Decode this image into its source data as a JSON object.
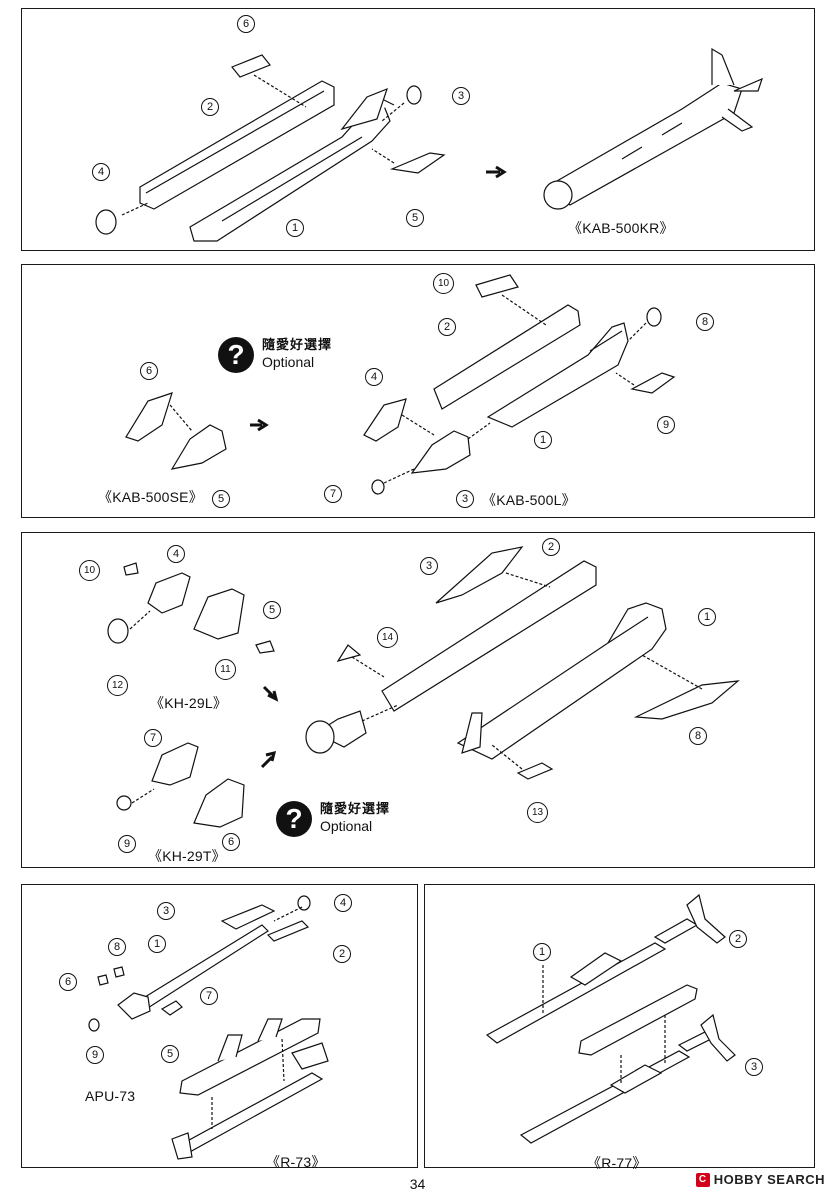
{
  "panels": [
    {
      "product": "《KAB-500KR》",
      "part_numbers": [
        "1",
        "2",
        "3",
        "4",
        "5",
        "6"
      ]
    },
    {
      "optional_cn": "隨愛好選擇",
      "optional_en": "Optional",
      "product_left": "《KAB-500SE》",
      "product_right": "《KAB-500L》",
      "part_numbers": [
        "10",
        "2",
        "8",
        "6",
        "4",
        "1",
        "9",
        "7",
        "3",
        "5"
      ]
    },
    {
      "optional_cn": "隨愛好選擇",
      "optional_en": "Optional",
      "product_top": "《KH-29L》",
      "product_bottom": "《KH-29T》",
      "part_numbers": [
        "4",
        "10",
        "5",
        "11",
        "12",
        "3",
        "2",
        "1",
        "14",
        "8",
        "13",
        "7",
        "9",
        "6"
      ]
    },
    {
      "product": "《R-73》",
      "callout": "APU-73",
      "part_numbers": [
        "3",
        "4",
        "8",
        "1",
        "2",
        "6",
        "7",
        "9",
        "5"
      ]
    },
    {
      "product": "《R-77》",
      "part_numbers": [
        "1",
        "2",
        "3"
      ]
    }
  ],
  "page_number": "34",
  "watermark": "HOBBY SEARCH",
  "watermark_mark": "C"
}
